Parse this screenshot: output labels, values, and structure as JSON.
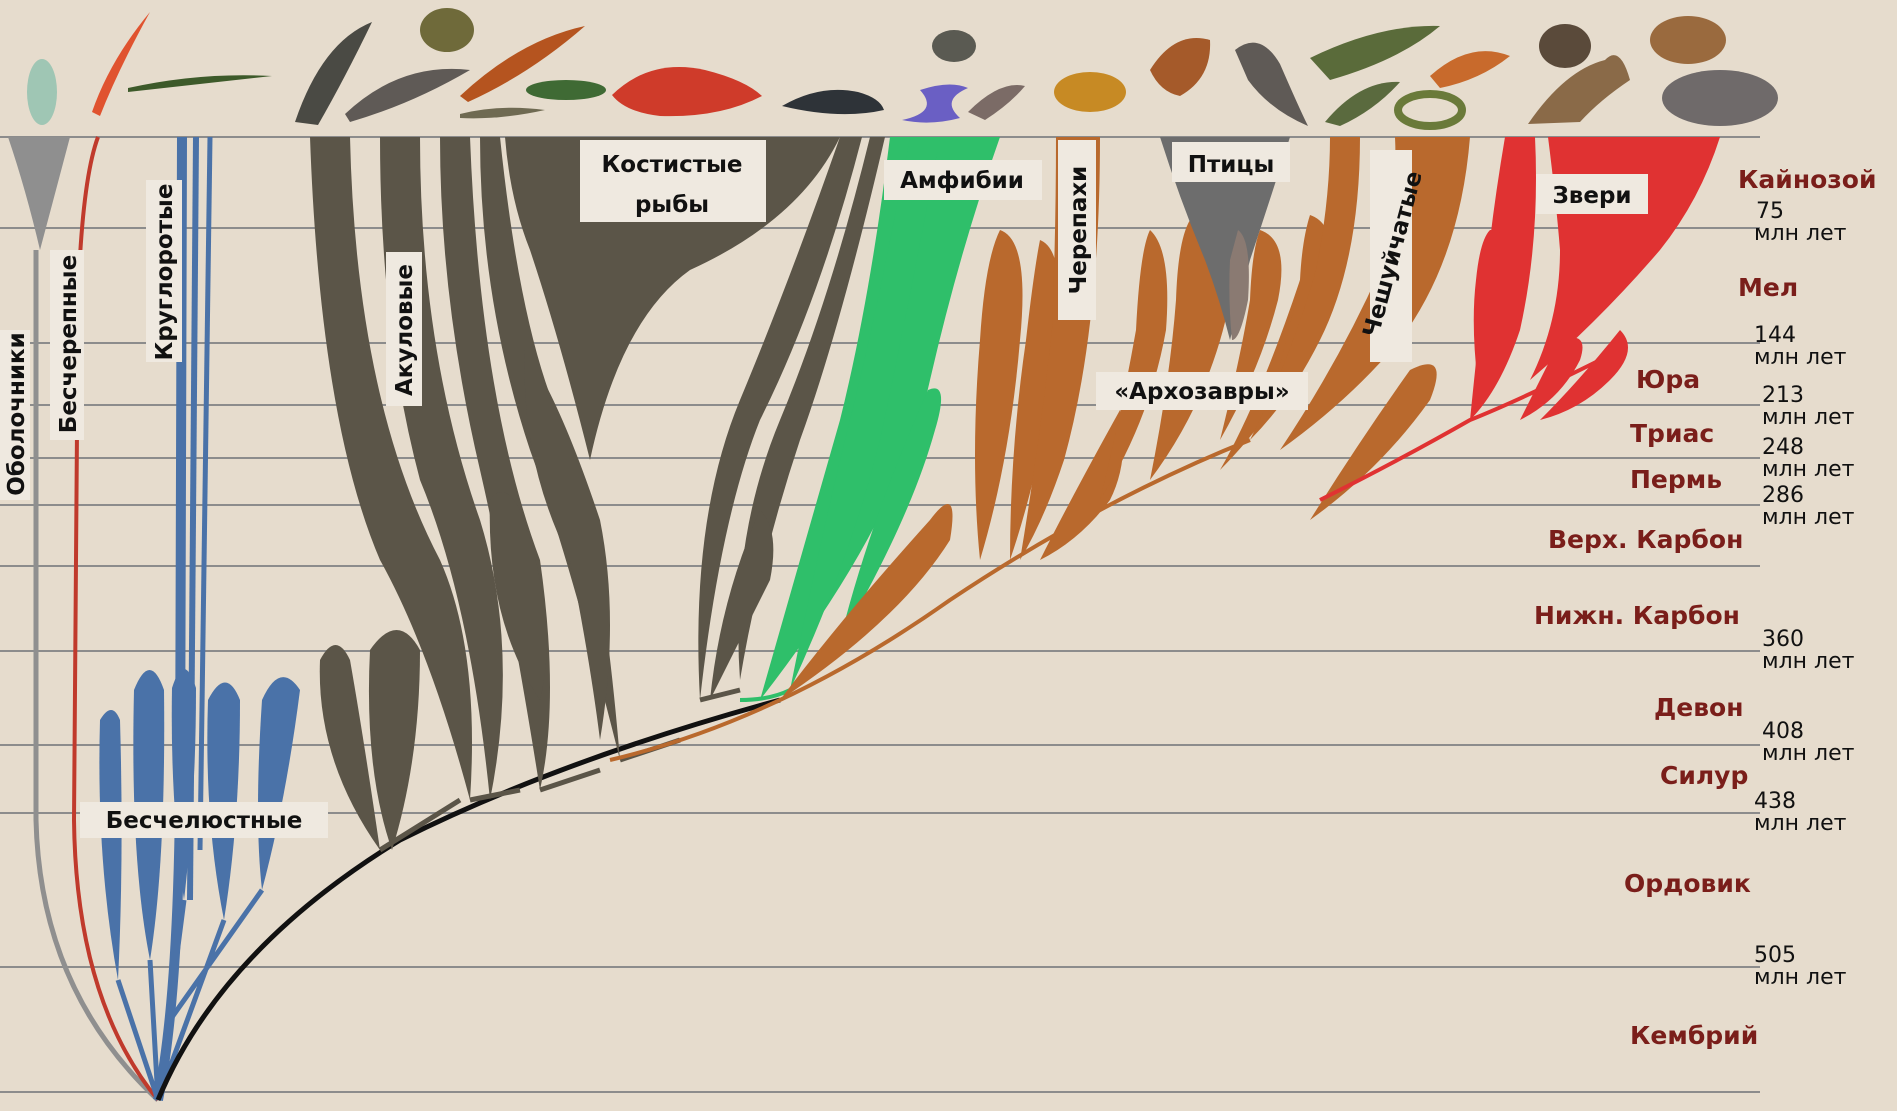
{
  "colors": {
    "background": "#e6dccd",
    "grid_line": "#8c8c8c",
    "period_text": "#7a1e1a",
    "label_box": "#efe9e0",
    "tunicates": "#8f8f8f",
    "acrania": "#c03a2c",
    "agnatha": "#4a72a8",
    "fishes": "#5b5548",
    "amphibians": "#2fbf6a",
    "reptiles": "#b9692d",
    "birds": "#6d6d6d",
    "mammals": "#e03232",
    "stem": "#111111"
  },
  "clade_labels": {
    "tunicates": "Оболочники",
    "acrania": "Бесчерепные",
    "cyclostomes": "Круглоротые",
    "agnatha": "Бесчелюстные",
    "sharks": "Акуловые",
    "bony_fish_1": "Костистые",
    "bony_fish_2": "рыбы",
    "amphibians": "Амфибии",
    "turtles": "Черепахи",
    "birds": "Птицы",
    "archosaurs": "«Архозавры»",
    "squamates": "Чешуйчатые",
    "mammals": "Звери"
  },
  "periods": [
    {
      "name": "Кайнозой"
    },
    {
      "name": "Мел"
    },
    {
      "name": "Юра"
    },
    {
      "name": "Триас"
    },
    {
      "name": "Пермь"
    },
    {
      "name": "Верх. Карбон"
    },
    {
      "name": "Нижн. Карбон"
    },
    {
      "name": "Девон"
    },
    {
      "name": "Силур"
    },
    {
      "name": "Ордовик"
    },
    {
      "name": "Кембрий"
    }
  ],
  "time_marks": [
    {
      "value": "75",
      "unit": "млн лет"
    },
    {
      "value": "144",
      "unit": "млн лет"
    },
    {
      "value": "213",
      "unit": "млн лет"
    },
    {
      "value": "248",
      "unit": "млн лет"
    },
    {
      "value": "286",
      "unit": "млн лет"
    },
    {
      "value": "360",
      "unit": "млн лет"
    },
    {
      "value": "408",
      "unit": "млн лет"
    },
    {
      "value": "438",
      "unit": "млн лет"
    },
    {
      "value": "505",
      "unit": "млн лет"
    }
  ],
  "animal_icons": [
    "sea-squirt",
    "lancelet",
    "lamprey",
    "shark",
    "ray",
    "catfish",
    "sturgeon",
    "pike",
    "rockfish",
    "coelacanth",
    "caecilian",
    "frog",
    "newt",
    "tortoise",
    "finch",
    "falcon",
    "crocodile",
    "lizard",
    "snake",
    "hedgehog",
    "kangaroo",
    "hamster",
    "hippopotamus"
  ]
}
